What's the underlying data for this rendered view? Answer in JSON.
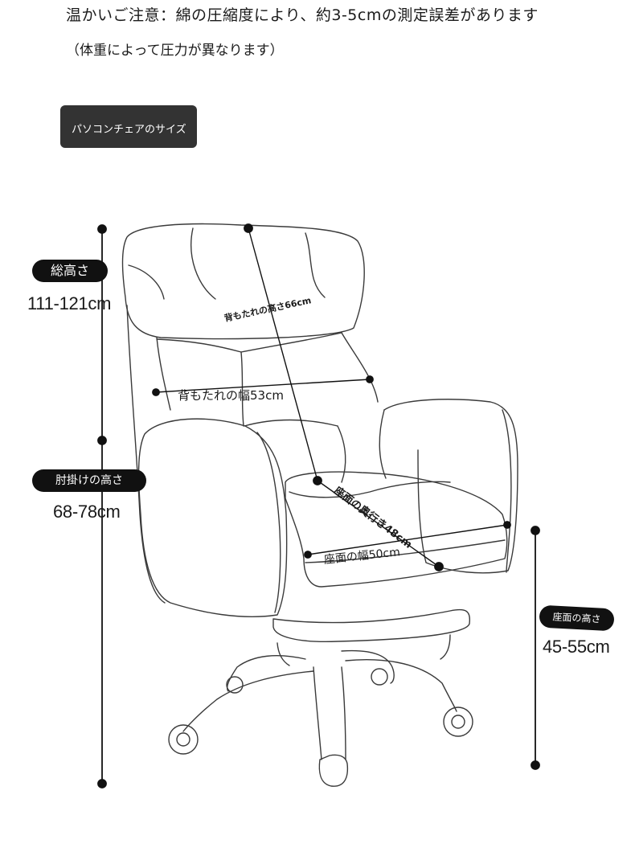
{
  "header": {
    "notice": "温かいご注意：綿の圧縮度により、約3-5cmの測定誤差があります",
    "subnotice": "（体重によって圧力が異なります）"
  },
  "section_tag": "パソコンチェアのサイズ",
  "dimensions": {
    "total_height": {
      "label": "総高さ",
      "range": "111-121cm"
    },
    "armrest_height": {
      "label": "肘掛けの高さ",
      "range": "68-78cm"
    },
    "seat_height": {
      "label": "座面の高さ",
      "range": "45-55cm"
    },
    "backrest_height": "背もたれの高さ66cm",
    "backrest_width": "背もたれの幅53cm",
    "seat_depth": "座面の奥行き48cm",
    "seat_width": "座面の幅50cm"
  },
  "illustration": {
    "subject": "chair-outline-icon",
    "line_color": "#333333"
  }
}
